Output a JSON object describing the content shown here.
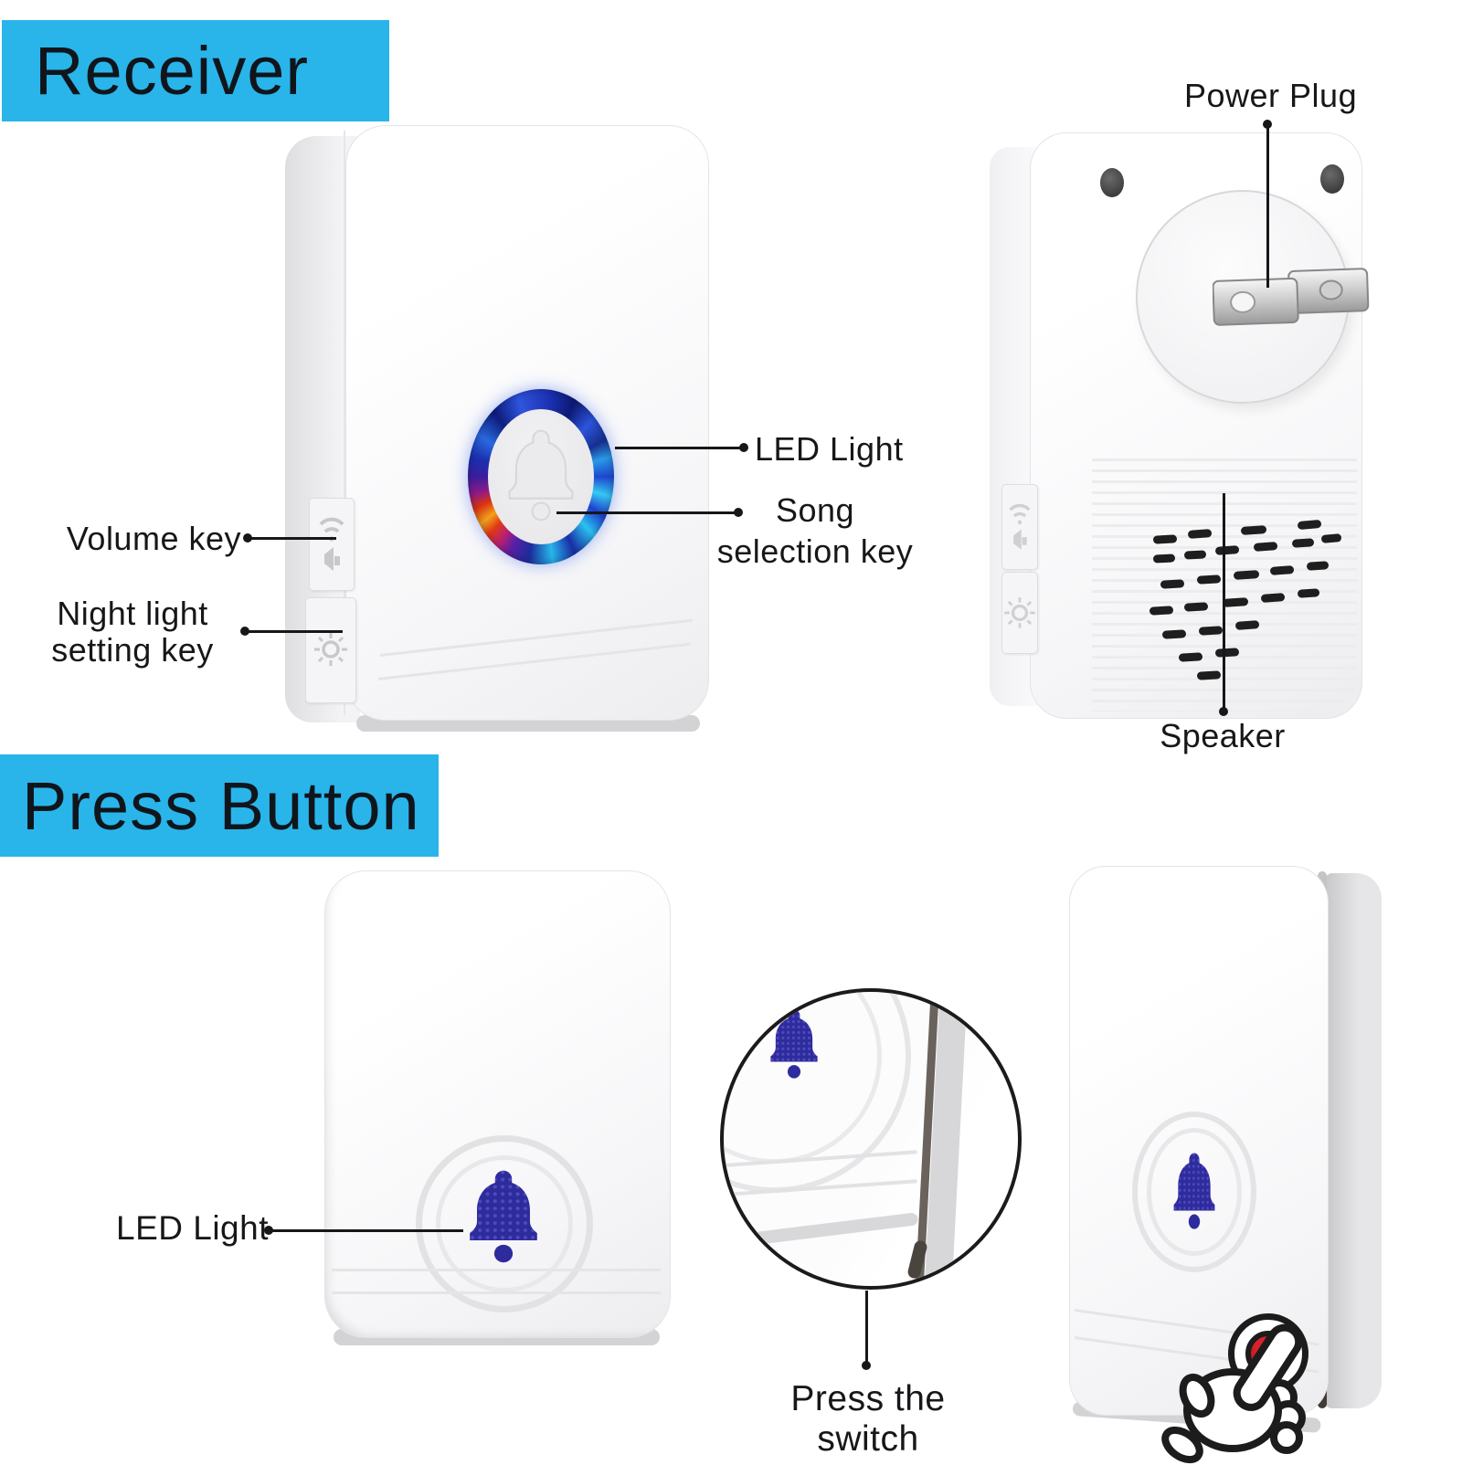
{
  "banners": {
    "receiver": "Receiver",
    "press_button": "Press Button"
  },
  "receiver_front": {
    "labels": {
      "volume_key": "Volume key",
      "night_light_1": "Night light",
      "night_light_2": "setting key",
      "led_light": "LED Light",
      "song_1": "Song",
      "song_2": "selection key"
    }
  },
  "receiver_back": {
    "labels": {
      "power_plug": "Power Plug",
      "speaker": "Speaker"
    }
  },
  "press_button_front": {
    "labels": {
      "led_light": "LED Light"
    }
  },
  "press_button_detail": {
    "labels": {
      "press_the_switch": "Press the switch"
    }
  },
  "icons": {
    "volume": "wifi-horn-icon",
    "night_light": "sun-icon",
    "bell": "bell-icon",
    "power_prongs": "us-plug-prongs",
    "hand": "pressing-hand-icon",
    "speaker_holes": "speaker-slots"
  },
  "colors": {
    "banner_bg": "#29b5ea",
    "banner_text": "#10151c",
    "label_text": "#17171a",
    "callout": "#17171a",
    "bell_blue": "#2e2b9d",
    "red_button": "#d8232a",
    "silver": "#d3d3d6"
  }
}
